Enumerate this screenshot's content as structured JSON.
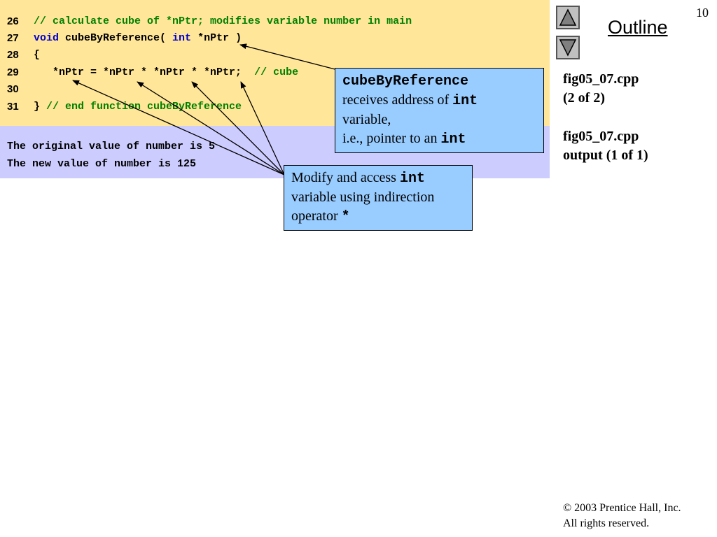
{
  "code_lines": [
    {
      "num": "26",
      "parts": [
        {
          "t": "// calculate cube of *nPtr; modifies variable number in main",
          "c": "cm"
        }
      ]
    },
    {
      "num": "27",
      "parts": [
        {
          "t": "void",
          "c": "kw"
        },
        {
          "t": " cubeByReference( ",
          "c": ""
        },
        {
          "t": "int",
          "c": "kw"
        },
        {
          "t": " *nPtr )",
          "c": ""
        }
      ]
    },
    {
      "num": "28",
      "parts": [
        {
          "t": "{",
          "c": ""
        }
      ]
    },
    {
      "num": "29",
      "parts": [
        {
          "t": "   *nPtr = *nPtr * *nPtr * *nPtr;  ",
          "c": ""
        },
        {
          "t": "// cube",
          "c": "cm"
        }
      ]
    },
    {
      "num": "30",
      "parts": []
    },
    {
      "num": "31",
      "parts": [
        {
          "t": "} ",
          "c": ""
        },
        {
          "t": "// end function cubeByReference",
          "c": "cm"
        }
      ]
    }
  ],
  "output_lines": [
    "The original value of number is 5",
    "The new value of number is 125"
  ],
  "callout_reference": {
    "func": "cubeByReference",
    "text1": "receives address of ",
    "kw1": "int",
    "text2": "variable,",
    "text3": "i.e., pointer to an ",
    "kw2": "int"
  },
  "callout_indirection": {
    "text1": "Modify and access ",
    "kw1": "int",
    "text2": "variable using indirection",
    "text3": "operator ",
    "kw2": "*"
  },
  "sidebar": {
    "outline": "Outline",
    "page_number": "10",
    "label1_line1": "fig05_07.cpp",
    "label1_line2": "(2 of 2)",
    "label2_line1": "fig05_07.cpp",
    "label2_line2": "output (1 of 1)"
  },
  "footer": {
    "copyright_symbol": "©",
    "copyright": " 2003 Prentice Hall, Inc.",
    "rights": "All rights reserved."
  },
  "icons": {
    "prev": "triangle-up-icon",
    "next": "triangle-down-icon"
  },
  "colors": {
    "code_bg": "#ffe699",
    "output_bg": "#ccccff",
    "callout_bg": "#99ccff",
    "keyword": "#0000cc",
    "comment": "#008000"
  }
}
